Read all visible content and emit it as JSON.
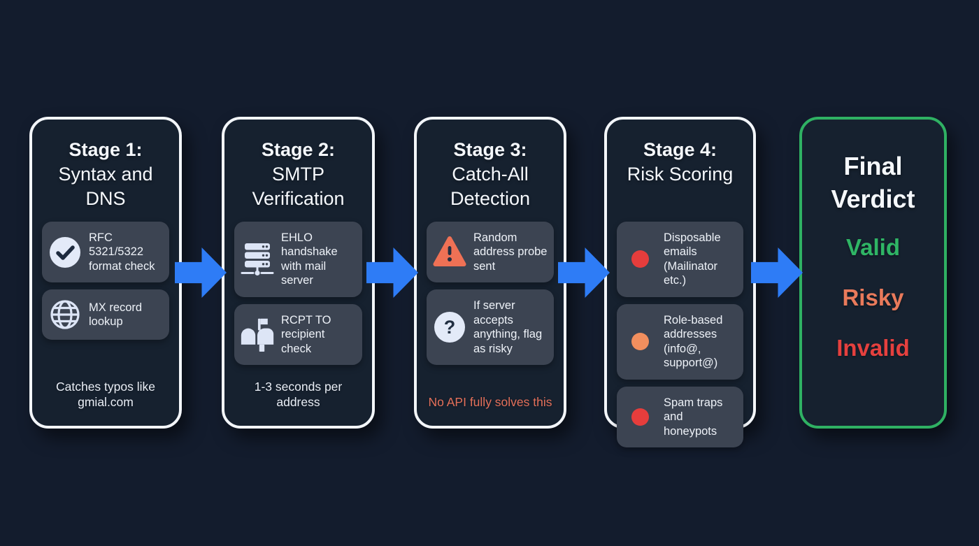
{
  "diagram": {
    "background_color": "#131c2d",
    "arrow_color": "#2e7cf6",
    "card_border_color": "#f3f6fa",
    "item_box_color": "#3c4452",
    "icon_light_color": "#dde5f6",
    "stages": [
      {
        "title_bold": "Stage 1:",
        "title_rest": "Syntax and DNS",
        "items": [
          {
            "icon": "check-circle-icon",
            "text": "RFC 5321/5322 format check"
          },
          {
            "icon": "globe-icon",
            "text": "MX record lookup"
          }
        ],
        "note": "Catches typos like gmial.com",
        "note_color": "#e9eef6"
      },
      {
        "title_bold": "Stage 2:",
        "title_rest": "SMTP Verification",
        "items": [
          {
            "icon": "server-icon",
            "text": "EHLO handshake with mail server"
          },
          {
            "icon": "mailbox-icon",
            "text": "RCPT TO recipient check"
          }
        ],
        "note": "1-3 seconds per address",
        "note_color": "#e9eef6"
      },
      {
        "title_bold": "Stage 3:",
        "title_rest": "Catch-All Detection",
        "items": [
          {
            "icon": "warning-triangle-icon",
            "text": "Random address probe sent"
          },
          {
            "icon": "question-circle-icon",
            "text": "If server accepts anything, flag as risky"
          }
        ],
        "note": "No API fully solves this",
        "note_color": "#e4705a"
      },
      {
        "title_bold": "Stage 4:",
        "title_rest": "Risk Scoring",
        "items": [
          {
            "icon": "red-dot-icon",
            "text": "Disposable emails (Mailinator etc.)",
            "dot_color": "#e63d3c"
          },
          {
            "icon": "orange-dot-icon",
            "text": "Role-based addresses (info@, support@)",
            "dot_color": "#f28f5e"
          },
          {
            "icon": "red-dot-icon",
            "text": "Spam traps and honeypots",
            "dot_color": "#e63d3c"
          }
        ]
      }
    ],
    "final": {
      "title": "Final Verdict",
      "border_color": "#2fb163",
      "verdicts": [
        {
          "label": "Valid",
          "color": "#2fb565"
        },
        {
          "label": "Risky",
          "color": "#e97a5b"
        },
        {
          "label": "Invalid",
          "color": "#e5403e"
        }
      ]
    }
  }
}
